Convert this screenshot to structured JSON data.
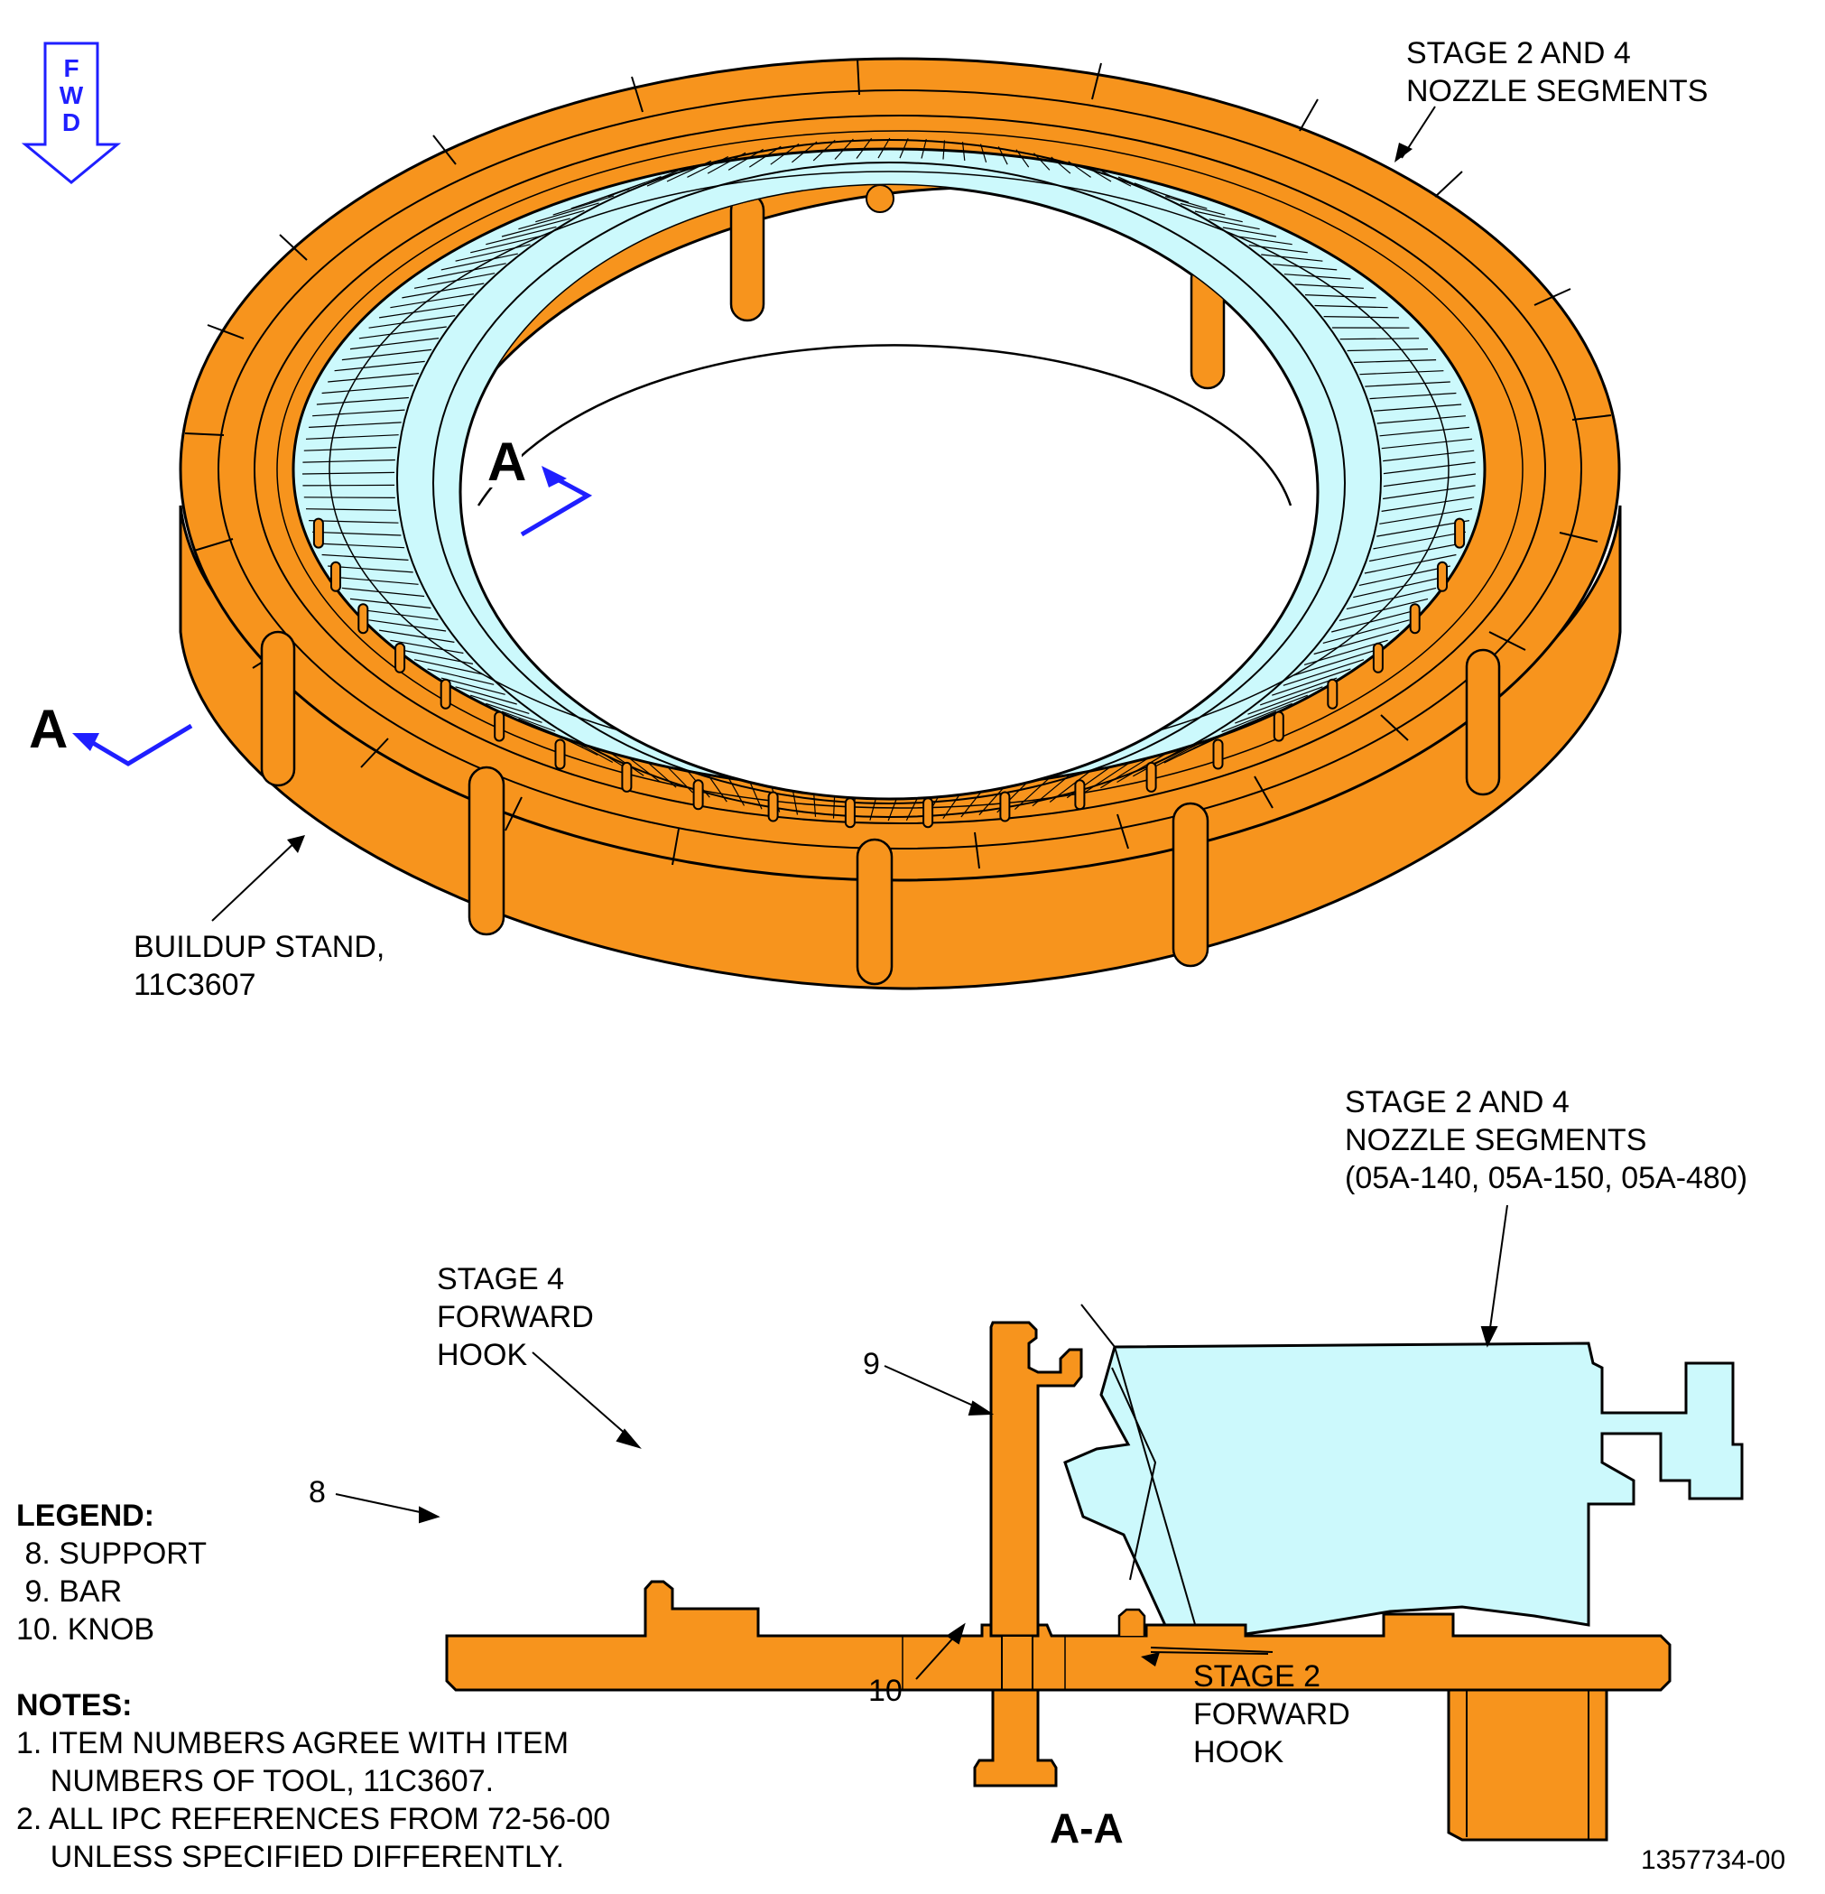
{
  "fwd_indicator": {
    "letters": [
      "F",
      "W",
      "D"
    ],
    "color": "#1f1fff"
  },
  "section_marker": {
    "letter": "A",
    "color": "#1f1fff"
  },
  "callouts": {
    "nozzle_top": [
      "STAGE 2 AND 4",
      "NOZZLE SEGMENTS"
    ],
    "buildup_stand": [
      "BUILDUP STAND,",
      "11C3607"
    ],
    "nozzle_section": [
      "STAGE 2 AND 4",
      "NOZZLE SEGMENTS",
      "(05A-140, 05A-150, 05A-480)"
    ],
    "stage4_hook": [
      "STAGE 4",
      "FORWARD",
      "HOOK"
    ],
    "stage2_hook": [
      "STAGE 2",
      "FORWARD",
      "HOOK"
    ],
    "item8": "8",
    "item9": "9",
    "item10": "10"
  },
  "section_title": "A-A",
  "legend": {
    "title": "LEGEND:",
    "items": [
      " 8. SUPPORT",
      " 9. BAR",
      "10. KNOB"
    ]
  },
  "notes": {
    "title": "NOTES:",
    "items": [
      "1. ITEM NUMBERS AGREE WITH ITEM",
      "    NUMBERS OF TOOL, 11C3607.",
      "2. ALL IPC REFERENCES FROM 72-56-00",
      "    UNLESS SPECIFIED DIFFERENTLY."
    ]
  },
  "figure_id": "1357734-00",
  "colors": {
    "stand": "#f7941d",
    "nozzle": "#ccf9fc",
    "outline": "#000000"
  }
}
